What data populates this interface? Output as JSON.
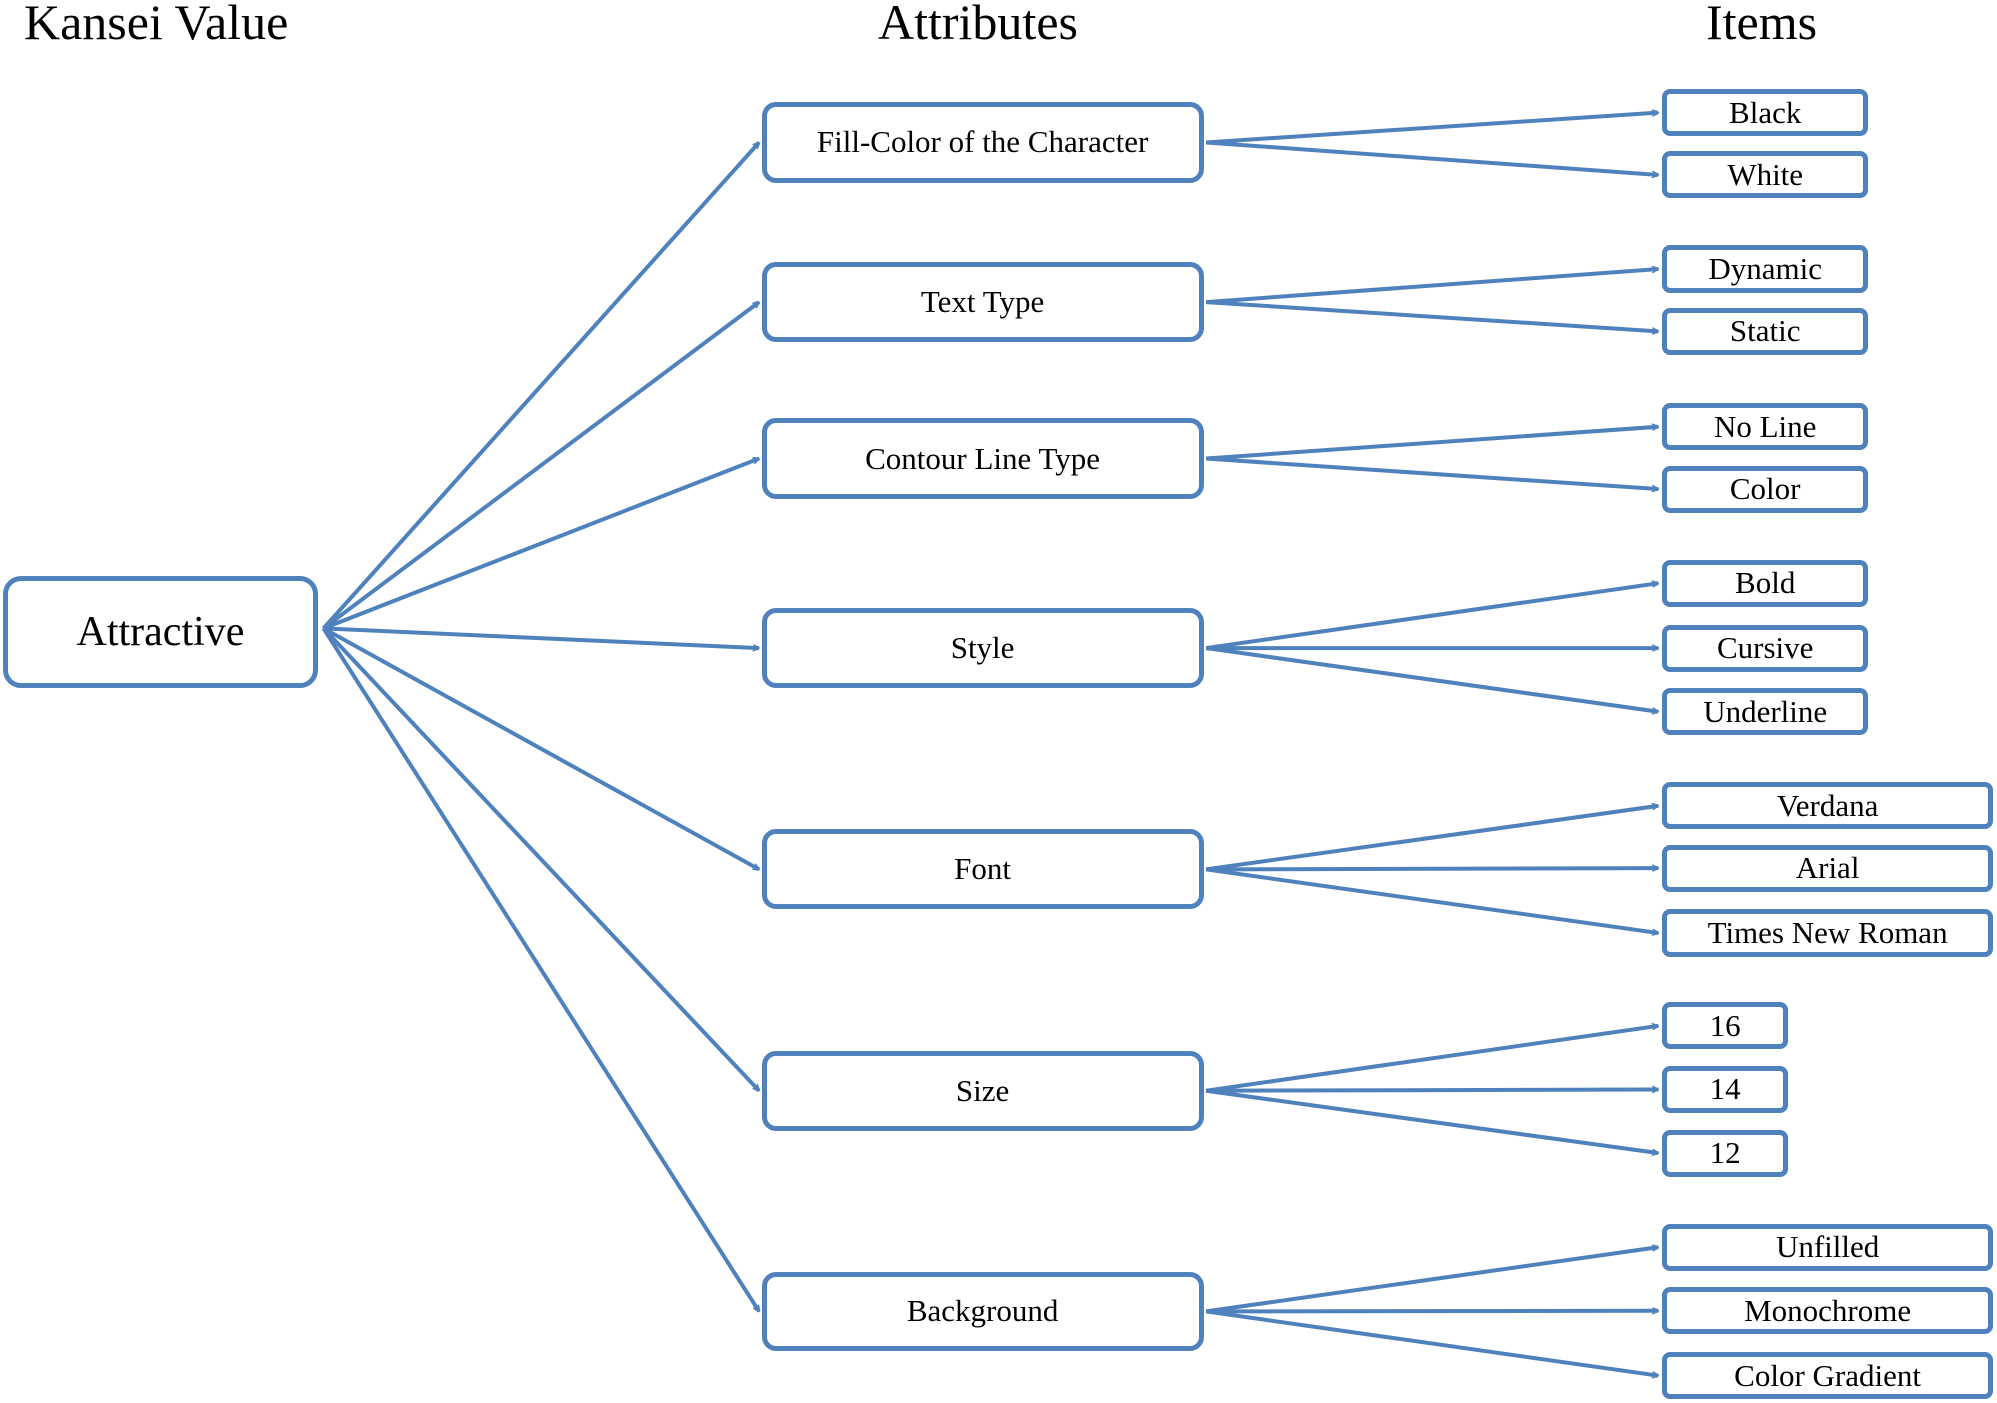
{
  "headers": {
    "kansei_value": "Kansei Value",
    "attributes": "Attributes",
    "items": "Items"
  },
  "root": {
    "label": "Attractive"
  },
  "attributes": [
    {
      "label": "Fill-Color of the Character",
      "items": [
        "Black",
        "White"
      ]
    },
    {
      "label": "Text Type",
      "items": [
        "Dynamic",
        "Static"
      ]
    },
    {
      "label": "Contour Line Type",
      "items": [
        "No Line",
        "Color"
      ]
    },
    {
      "label": "Style",
      "items": [
        "Bold",
        "Cursive",
        "Underline"
      ]
    },
    {
      "label": "Font",
      "items": [
        "Verdana",
        "Arial",
        "Times New Roman"
      ]
    },
    {
      "label": "Size",
      "items": [
        "16",
        "14",
        "12"
      ]
    },
    {
      "label": "Background",
      "items": [
        "Unfilled",
        "Monochrome",
        "Color Gradient"
      ]
    }
  ],
  "colors": {
    "accent": "#4f81bd",
    "text": "#000000",
    "background": "#ffffff"
  }
}
